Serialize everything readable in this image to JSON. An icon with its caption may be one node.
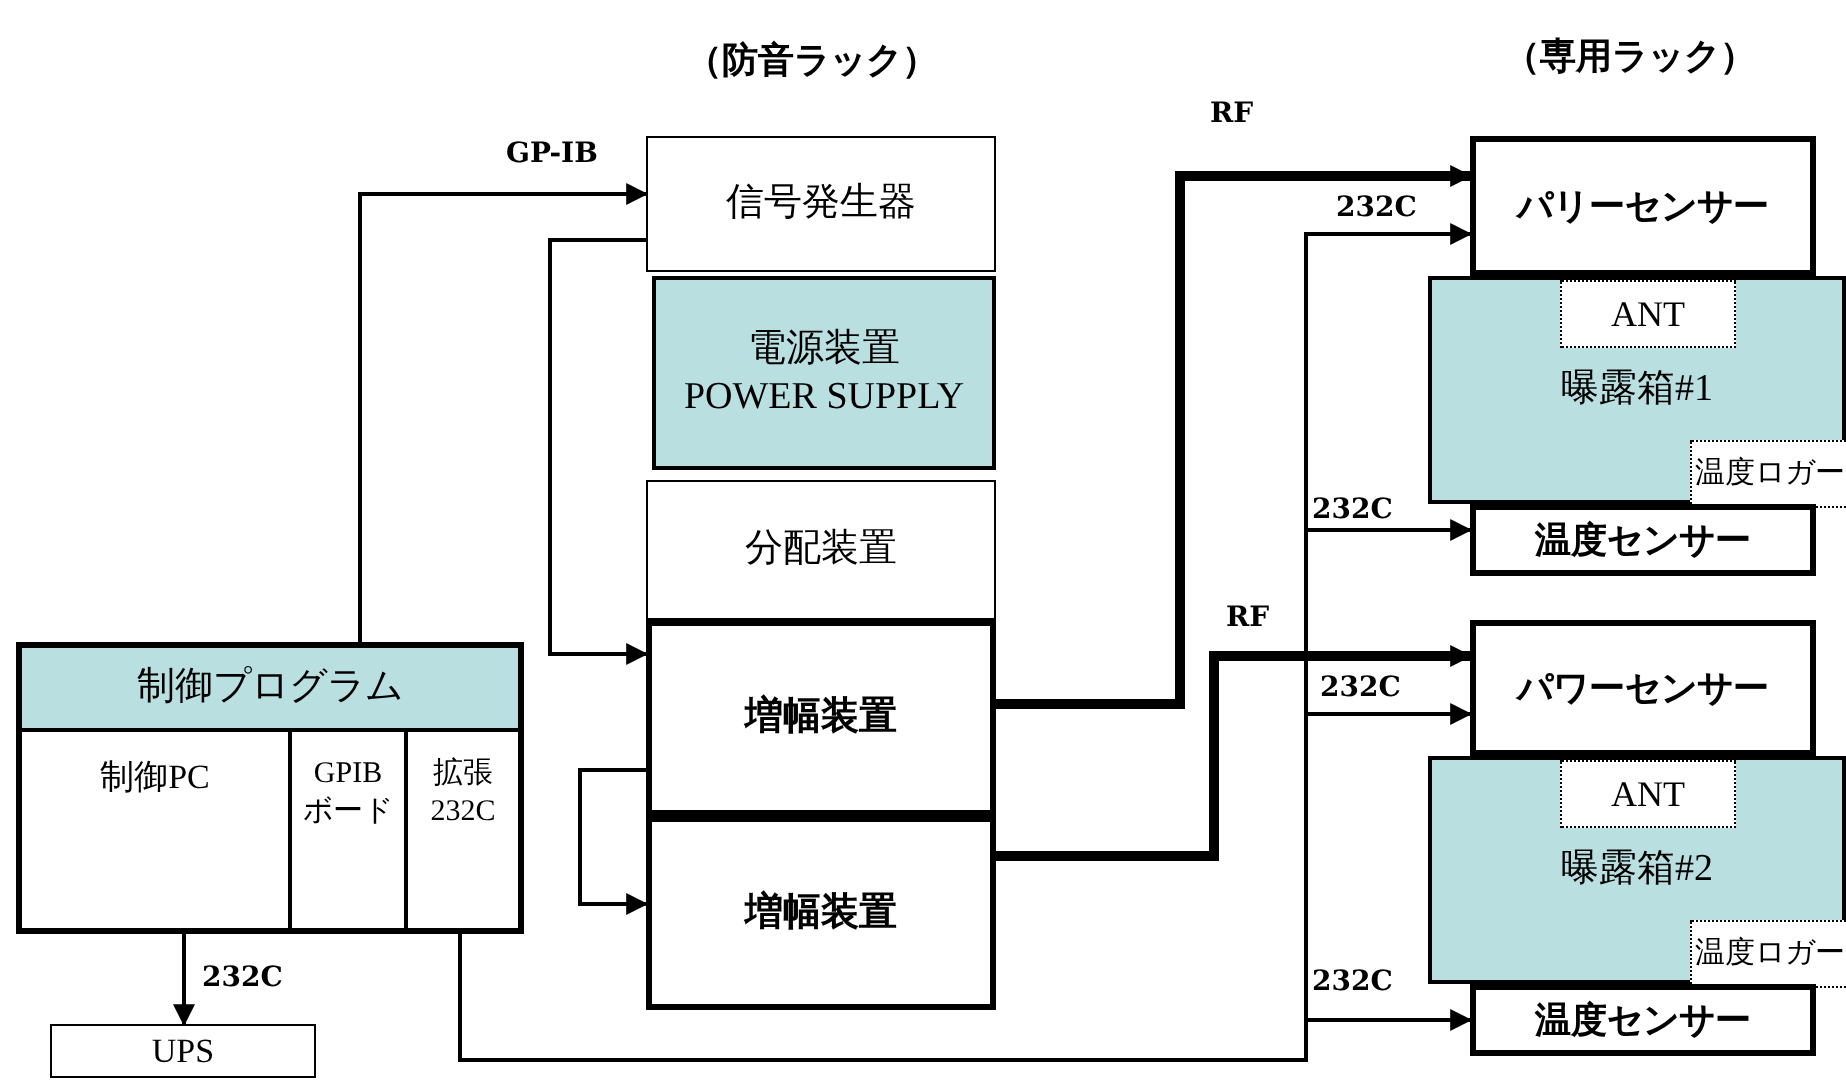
{
  "diagram": {
    "nodes": [
      {
        "text": [
          "制御プログラム"
        ]
      },
      {
        "text": [
          "制御PC"
        ],
        "in": 0
      },
      {
        "text": [
          "GPIB",
          "ボード"
        ],
        "in": 0
      },
      {
        "text": [
          "拡張",
          "232C"
        ],
        "in": 0
      },
      {
        "text": [
          "UPS"
        ]
      },
      {
        "text": [
          "信号発生器"
        ]
      },
      {
        "text": [
          "電源装置",
          "POWER SUPPLY"
        ]
      },
      {
        "text": [
          "分配装置"
        ]
      },
      {
        "text": [
          "増幅装置"
        ]
      },
      {
        "text": [
          "増幅装置"
        ]
      },
      {
        "text": [
          "パリーセンサー"
        ]
      },
      {
        "text": [
          "曝露箱#1"
        ]
      },
      {
        "text": [
          "ANT"
        ],
        "in": 11
      },
      {
        "text": [
          "温度ロガー"
        ],
        "in": 11
      },
      {
        "text": [
          "温度センサー"
        ]
      },
      {
        "text": [
          "パワーセンサー"
        ]
      },
      {
        "text": [
          "曝露箱#2"
        ]
      },
      {
        "text": [
          "ANT"
        ],
        "in": 16
      },
      {
        "text": [
          "温度ロガー"
        ],
        "in": 16
      },
      {
        "text": [
          "温度センサー"
        ]
      }
    ],
    "edges": [
      {
        "from": 0,
        "to": 5,
        "arrow": "to",
        "label": "GP-IB"
      },
      {
        "from": 5,
        "to": 8,
        "arrow": "to"
      },
      {
        "from": 8,
        "to": 9,
        "arrow": "to"
      },
      {
        "from": 1,
        "to": 4,
        "arrow": "to",
        "label": "232C"
      },
      {
        "from": 8,
        "to": 10,
        "arrow": "to",
        "label": "RF",
        "style": "thick"
      },
      {
        "from": 9,
        "to": 15,
        "arrow": "to",
        "label": "RF",
        "style": "thick"
      },
      {
        "from": 3,
        "to": 10,
        "arrow": "to",
        "label": "232C"
      },
      {
        "from": 3,
        "to": 14,
        "arrow": "to",
        "label": "232C"
      },
      {
        "from": 3,
        "to": 15,
        "arrow": "to",
        "label": "232C"
      },
      {
        "from": 3,
        "to": 19,
        "arrow": "to",
        "label": "232C"
      }
    ],
    "labels": [
      "（防音ラック）",
      "（専用ラック）"
    ]
  }
}
